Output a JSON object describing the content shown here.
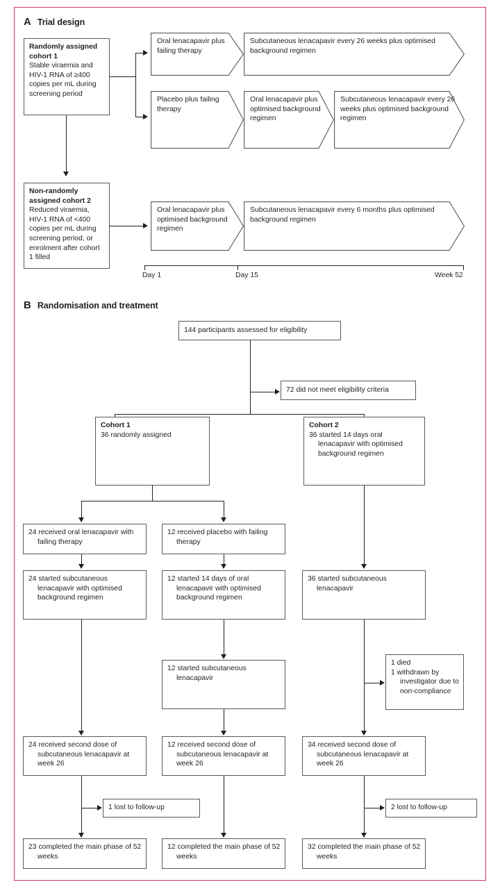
{
  "figure": {
    "frame_color": "#d0355f",
    "line_color": "#231f20"
  },
  "panel_a": {
    "letter": "A",
    "title": "Trial design",
    "cohort1": {
      "title": "Randomly assigned cohort 1",
      "body": "Stable viraemia and HIV-1 RNA of ≥400 copies per mL during screening period"
    },
    "cohort2": {
      "title": "Non-randomly assigned cohort 2",
      "body": "Reduced viraemia, HIV-1 RNA of <400 copies per mL during screening period, or enrolment after cohort 1 filled"
    },
    "arm1": {
      "step1": "Oral lenacapavir plus failing therapy",
      "step2": "Subcutaneous lenacapavir every 26 weeks plus optimised background regimen"
    },
    "arm2": {
      "step1": "Placebo plus failing therapy",
      "step2": "Oral lenacapavir plus optimised background regimen",
      "step3": "Subcutaneous lenacapavir every 26 weeks plus optimised background regimen"
    },
    "arm3": {
      "step1": "Oral lenacapavir plus optimised background regimen",
      "step2": "Subcutaneous lenacapavir every 6 months plus optimised background regimen"
    },
    "timeline": {
      "ticks": [
        {
          "label": "Day 1"
        },
        {
          "label": "Day 15"
        },
        {
          "label": "Week 52"
        }
      ]
    }
  },
  "panel_b": {
    "letter": "B",
    "title": "Randomisation and treatment",
    "enrolment": "144 participants assessed for eligibility",
    "excluded": "72 did not meet eligibility criteria",
    "cohort1": {
      "title": "Cohort 1",
      "body": "36 randomly assigned"
    },
    "cohort2": {
      "title": "Cohort 2",
      "body": "36 started 14 days oral lenacapavir with optimised background regimen"
    },
    "col1": {
      "step1": "24 received oral lenacapavir with failing therapy",
      "step2": "24 started subcutaneous lenacapavir with optimised background regimen",
      "step3": "24 received second dose of subcutaneous lenacapavir at week 26",
      "loss": "1 lost to follow-up",
      "final": "23 completed the main phase of 52 weeks"
    },
    "col2": {
      "step1": "12 received placebo with failing therapy",
      "step2": "12 started 14 days of oral lenacapavir with optimised background regimen",
      "step3": "12 started subcutaneous lenacapavir",
      "step4": "12 received second dose of subcutaneous lenacapavir at week 26",
      "final": "12 completed the main phase of 52 weeks"
    },
    "col3": {
      "step1": "36 started subcutaneous lenacapavir",
      "attrition_line1": "1 died",
      "attrition_line2": "1 withdrawn by investigator due to non-compliance",
      "step2": "34 received second dose of subcutaneous lenacapavir at week 26",
      "loss": "2 lost to follow-up",
      "final": "32 completed the main phase of 52 weeks"
    }
  }
}
